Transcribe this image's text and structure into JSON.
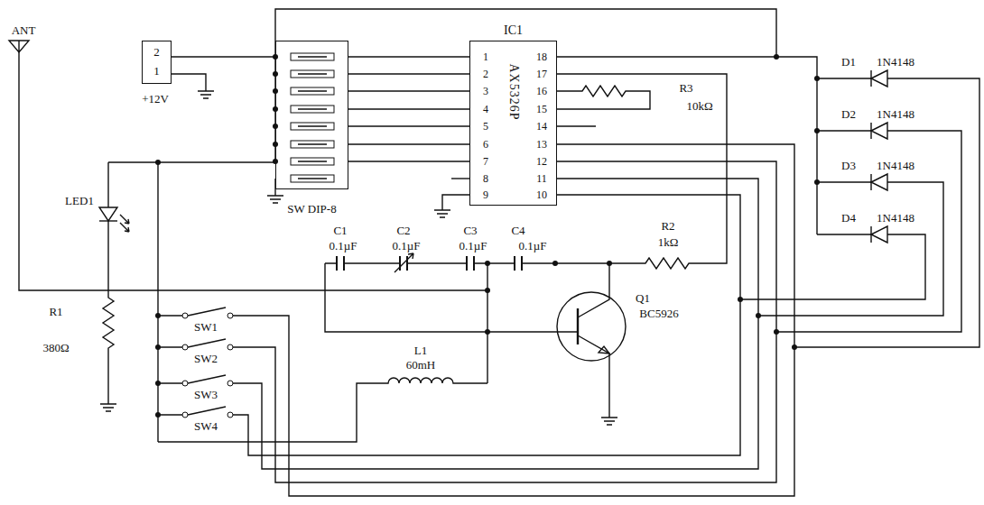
{
  "diagram": {
    "nodes": [
      {
        "text": [
          "2",
          "1"
        ]
      },
      {
        "text": [
          "SW DIP-8"
        ]
      },
      {
        "text": [
          "IC1",
          "AX5326P"
        ]
      }
    ],
    "edges": [
      {
        "from": 0,
        "to": 1,
        "arrow": "none"
      },
      {
        "from": 1,
        "to": 2,
        "arrow": "none"
      },
      {
        "from": 1,
        "to": 2,
        "arrow": "none"
      },
      {
        "from": 1,
        "to": 2,
        "arrow": "none"
      },
      {
        "from": 1,
        "to": 2,
        "arrow": "none"
      },
      {
        "from": 1,
        "to": 2,
        "arrow": "none"
      },
      {
        "from": 1,
        "to": 2,
        "arrow": "none"
      },
      {
        "from": 1,
        "to": 2,
        "arrow": "none"
      }
    ],
    "labels": [
      "ANT",
      "+12V",
      "1",
      "2",
      "3",
      "4",
      "5",
      "6",
      "7",
      "8",
      "9",
      "18",
      "17",
      "16",
      "15",
      "14",
      "13",
      "12",
      "11",
      "10",
      "R3",
      "10kΩ",
      "D1",
      "1N4148",
      "D2",
      "1N4148",
      "D3",
      "1N4148",
      "D4",
      "1N4148",
      "LED1",
      "C1",
      "0.1µF",
      "C2",
      "0.1µF",
      "C3",
      "0.1µF",
      "C4",
      "0.1µF",
      "R2",
      "1kΩ",
      "R1",
      "380Ω",
      "SW1",
      "SW2",
      "SW3",
      "SW4",
      "L1",
      "60mH",
      "Q1",
      "BC5926"
    ]
  }
}
